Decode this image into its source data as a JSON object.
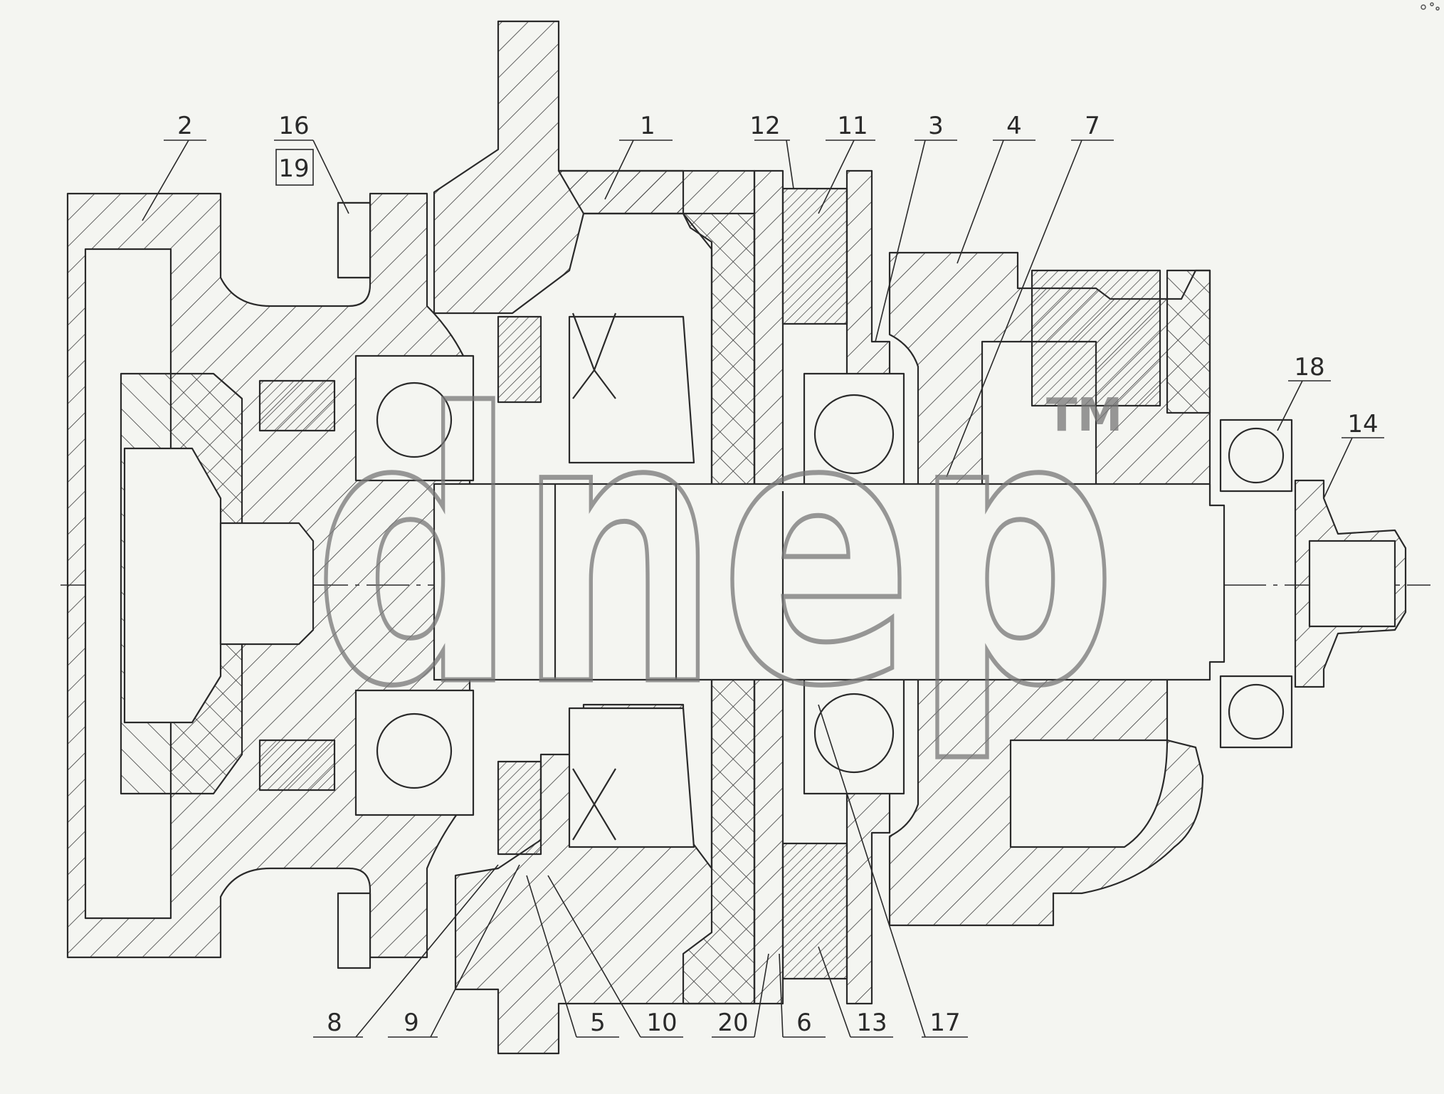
{
  "drawing": {
    "part_labels": [
      "2",
      "16",
      "19",
      "1",
      "12",
      "11",
      "3",
      "4",
      "7",
      "18",
      "14",
      "8",
      "9",
      "5",
      "10",
      "20",
      "6",
      "13",
      "17"
    ]
  },
  "watermark": {
    "text": "dnep",
    "trademark": "TM"
  },
  "colors": {
    "background": "#f4f5f1",
    "line": "#2a2a2a",
    "watermark_outline": "#777777"
  }
}
